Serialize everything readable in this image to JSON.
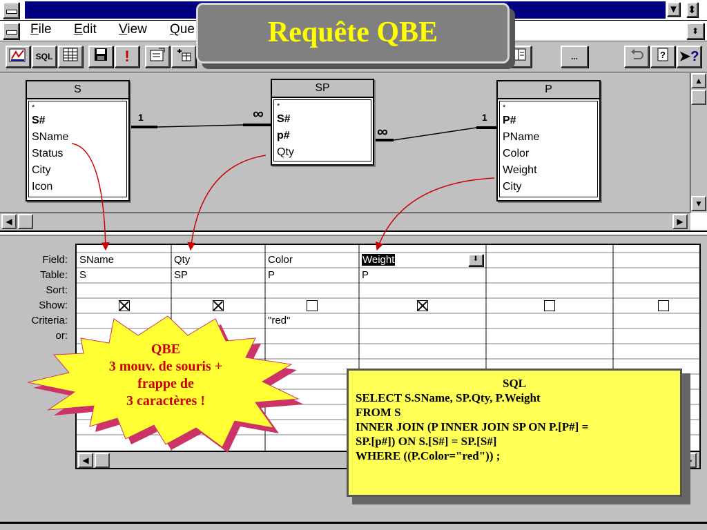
{
  "window": {
    "scroll_up_arrow": "▼",
    "scroll_updown": "⬍"
  },
  "menu": [
    {
      "label": "File",
      "underline": "F",
      "rest": "ile"
    },
    {
      "label": "Edit",
      "underline": "E",
      "rest": "dit"
    },
    {
      "label": "View",
      "underline": "V",
      "rest": "iew"
    },
    {
      "label": "Que",
      "underline": "Q",
      "rest": "ue"
    }
  ],
  "toolbar": {
    "sql_label": "SQL",
    "run_label": "!",
    "build_label": "...",
    "help_label": "?"
  },
  "tables": [
    {
      "name": "S",
      "fields": [
        {
          "text": "*",
          "key": false
        },
        {
          "text": "S#",
          "key": true
        },
        {
          "text": "SName",
          "key": false
        },
        {
          "text": "Status",
          "key": false
        },
        {
          "text": "City",
          "key": false
        },
        {
          "text": "Icon",
          "key": false
        }
      ]
    },
    {
      "name": "SP",
      "fields": [
        {
          "text": "*",
          "key": false
        },
        {
          "text": "S#",
          "key": true
        },
        {
          "text": "p#",
          "key": true
        },
        {
          "text": "Qty",
          "key": false
        }
      ]
    },
    {
      "name": "P",
      "fields": [
        {
          "text": "*",
          "key": false
        },
        {
          "text": "P#",
          "key": true
        },
        {
          "text": "PName",
          "key": false
        },
        {
          "text": "Color",
          "key": false
        },
        {
          "text": "Weight",
          "key": false
        },
        {
          "text": "City",
          "key": false
        }
      ]
    }
  ],
  "relations": [
    {
      "from": "S",
      "to": "SP",
      "from_card": "1",
      "to_card": "∞"
    },
    {
      "from": "SP",
      "to": "P",
      "from_card": "∞",
      "to_card": "1"
    }
  ],
  "grid": {
    "row_labels": [
      "Field:",
      "Table:",
      "Sort:",
      "Show:",
      "Criteria:",
      "or:"
    ],
    "columns": [
      {
        "field": "SName",
        "table": "S",
        "show": true,
        "criteria": ""
      },
      {
        "field": "Qty",
        "table": "SP",
        "show": true,
        "criteria": ""
      },
      {
        "field": "Color",
        "table": "P",
        "show": false,
        "criteria": "\"red\""
      },
      {
        "field": "Weight",
        "table": "P",
        "show": true,
        "criteria": ""
      },
      {
        "field": "",
        "table": "",
        "show": false,
        "criteria": ""
      },
      {
        "field": "",
        "table": "",
        "show": false,
        "criteria": ""
      }
    ]
  },
  "slide": {
    "title": "Requête QBE",
    "burst_lines": [
      "QBE",
      "3 mouv. de souris +",
      "frappe de",
      "3 caractères !"
    ],
    "sql_title": "SQL",
    "sql_lines": [
      "SELECT  S.SName, SP.Qty, P.Weight",
      "FROM S",
      "INNER JOIN (P INNER JOIN SP ON P.[P#] =",
      "SP.[p#]) ON S.[S#] = SP.[S#]",
      "WHERE ((P.Color=\"red\")) ;"
    ]
  },
  "colors": {
    "title_text": "#ffff00",
    "burst_fill": "#ffff33",
    "burst_shadow": "#cc3366",
    "burst_text": "#cc0000",
    "sql_fill": "#ffff55",
    "arrow": "#cc0000",
    "titlebar": "#000080"
  }
}
